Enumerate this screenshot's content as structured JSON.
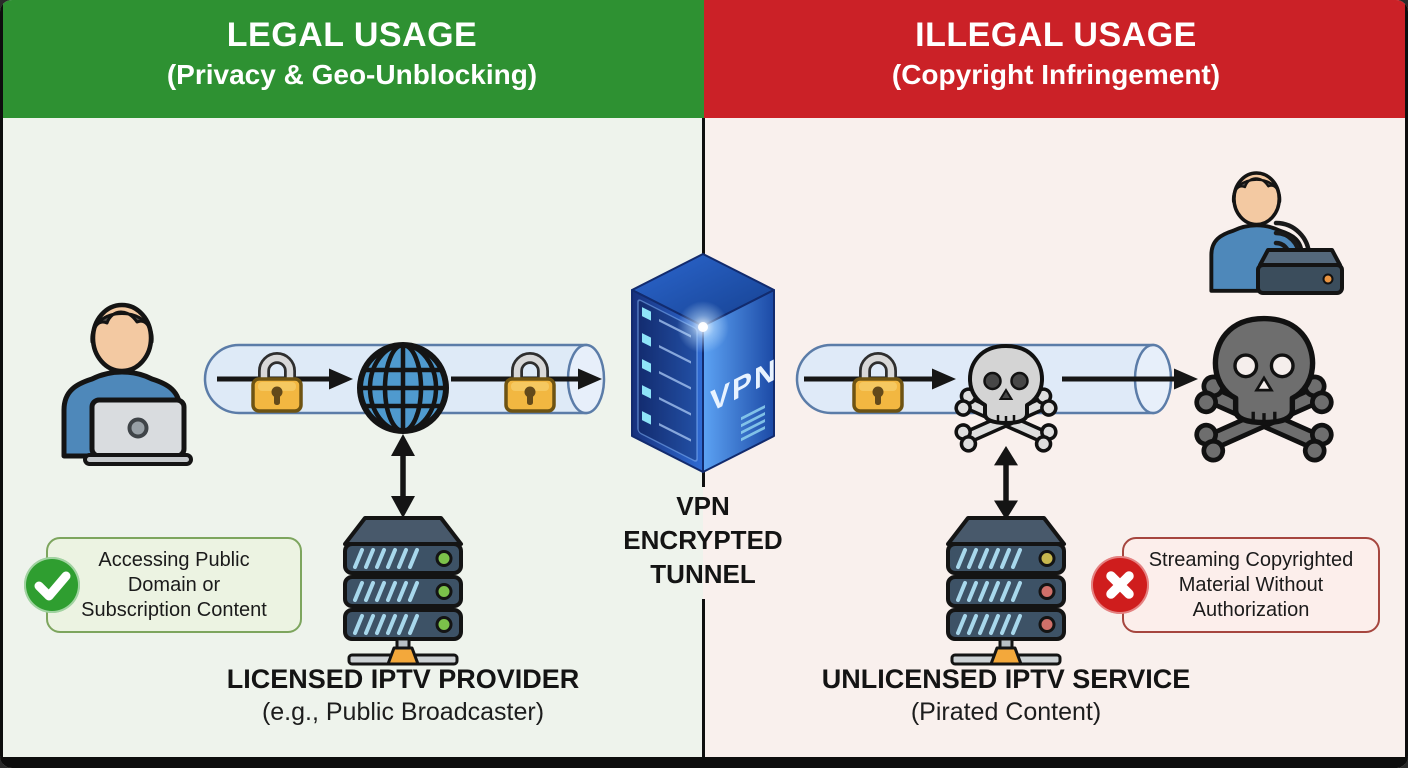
{
  "header_legal": {
    "title": "LEGAL USAGE",
    "subtitle": "(Privacy & Geo-Unblocking)"
  },
  "header_illegal": {
    "title": "ILLEGAL USAGE",
    "subtitle": "(Copyright Infringement)"
  },
  "center": {
    "vpn_server_label": "VPN",
    "tunnel_label_lines": [
      "VPN",
      "ENCRYPTED",
      "TUNNEL"
    ]
  },
  "legal_side": {
    "callout_lines": [
      "Accessing Public",
      "Domain or",
      "Subscription Content"
    ],
    "provider_title": "LICENSED IPTV PROVIDER",
    "provider_subtitle": "(e.g., Public Broadcaster)"
  },
  "illegal_side": {
    "callout_lines": [
      "Streaming Copyrighted",
      "Material Without",
      "Authorization"
    ],
    "provider_title": "UNLICENSED IPTV SERVICE",
    "provider_subtitle": "(Pirated Content)"
  },
  "icons": {
    "check-circle-icon": "green circle with white check ✔",
    "cross-circle-icon": "red circle with white ✖",
    "padlock-icon": "amber padlock 🔒 (two on legal tunnel, one on illegal tunnel)",
    "globe-icon": "blue wireframe globe 🌐",
    "skull-crossbones-icon": "skull and crossbones ☠ (small in tunnel, large at right)",
    "person-icon": "person bust in blue shirt (left with laptop, top-right with set-top box)",
    "laptop-icon": "gray laptop 💻",
    "set-top-box-icon": "dark streaming box with orange LED",
    "wifi-icon": "wifi arcs",
    "server-stack-icon": "3-unit rack server (green LEDs legal, red/yellow LEDs illegal)",
    "vpn-server-icon": "blue isometric VPN server tower",
    "tunnel": "translucent blue cylinder with arrows",
    "double-arrow": "vertical two-headed arrow"
  },
  "colors": {
    "legal_green": "#2e9132",
    "illegal_red": "#cb2127",
    "panel_left_bg": "#eef3ec",
    "panel_right_bg": "#f9f0ed",
    "check_green": "#2f9e30",
    "cross_red": "#cf1d1d",
    "callout_green_bg": "#ecf3e2",
    "callout_green_border": "#7da55e",
    "callout_red_bg": "#fceeeb",
    "callout_red_border": "#a6463f",
    "lock_amber": "#f2b741",
    "tunnel_fill": "#dce9f8",
    "tunnel_stroke": "#5b7ca8",
    "globe_blue": "#4f9ace",
    "server_slate": "#3d5266",
    "vpn_blue_dark": "#16307c",
    "vpn_blue_light": "#5da3f4",
    "ink": "#141414"
  }
}
